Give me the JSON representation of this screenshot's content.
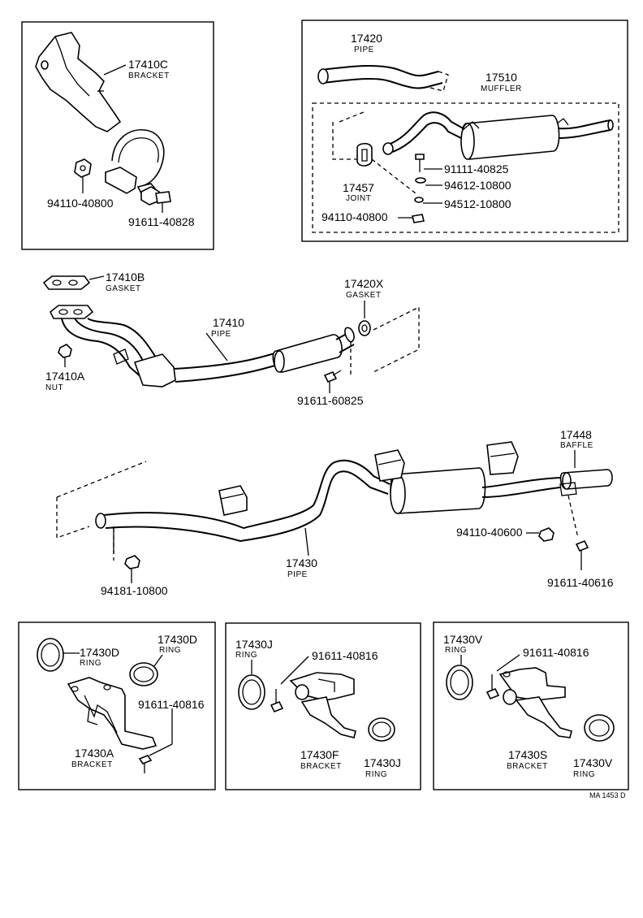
{
  "diagram": {
    "top_left_box": {
      "bracket_17410C": {
        "part_no": "17410C",
        "name": "BRACKET"
      },
      "nut_no": "94110-40800",
      "bolt_no": "91611-40828"
    },
    "top_right_box": {
      "pipe_17420": {
        "part_no": "17420",
        "name": "PIPE"
      },
      "muffler_17510": {
        "part_no": "17510",
        "name": "MUFFLER"
      },
      "joint_17457": {
        "part_no": "17457",
        "name": "JOINT"
      },
      "bolt_no": "91111-40825",
      "washer_no": "94612-10800",
      "spring_washer_no": "94512-10800",
      "nut_no": "94110-40800"
    },
    "front_section": {
      "gasket_17410B": {
        "part_no": "17410B",
        "name": "GASKET"
      },
      "gasket_17420X": {
        "part_no": "17420X",
        "name": "GASKET"
      },
      "pipe_17410": {
        "part_no": "17410",
        "name": "PIPE"
      },
      "nut_17410A": {
        "part_no": "17410A",
        "name": "NUT"
      },
      "bolt_no": "91611-60825"
    },
    "rear_section": {
      "baffle_17448": {
        "part_no": "17448",
        "name": "BAFFLE"
      },
      "pipe_17430": {
        "part_no": "17430",
        "name": "PIPE"
      },
      "nut_no": "94110-40600",
      "nut2_no": "94181-10800",
      "bolt_no": "91611-40616"
    },
    "box_a": {
      "ring_1": {
        "part_no": "17430D",
        "name": "RING"
      },
      "ring_2": {
        "part_no": "17430D",
        "name": "RING"
      },
      "bolt_no": "91611-40816",
      "bracket": {
        "part_no": "17430A",
        "name": "BRACKET"
      }
    },
    "box_f": {
      "ring_1": {
        "part_no": "17430J",
        "name": "RING"
      },
      "bolt_no": "91611-40816",
      "bracket": {
        "part_no": "17430F",
        "name": "BRACKET"
      },
      "ring_2": {
        "part_no": "17430J",
        "name": "RING"
      }
    },
    "box_s": {
      "ring_1": {
        "part_no": "17430V",
        "name": "RING"
      },
      "bolt_no": "91611-40816",
      "bracket": {
        "part_no": "17430S",
        "name": "BRACKET"
      },
      "ring_2": {
        "part_no": "17430V",
        "name": "RING"
      }
    },
    "ref_code": "MA 1453 D"
  }
}
